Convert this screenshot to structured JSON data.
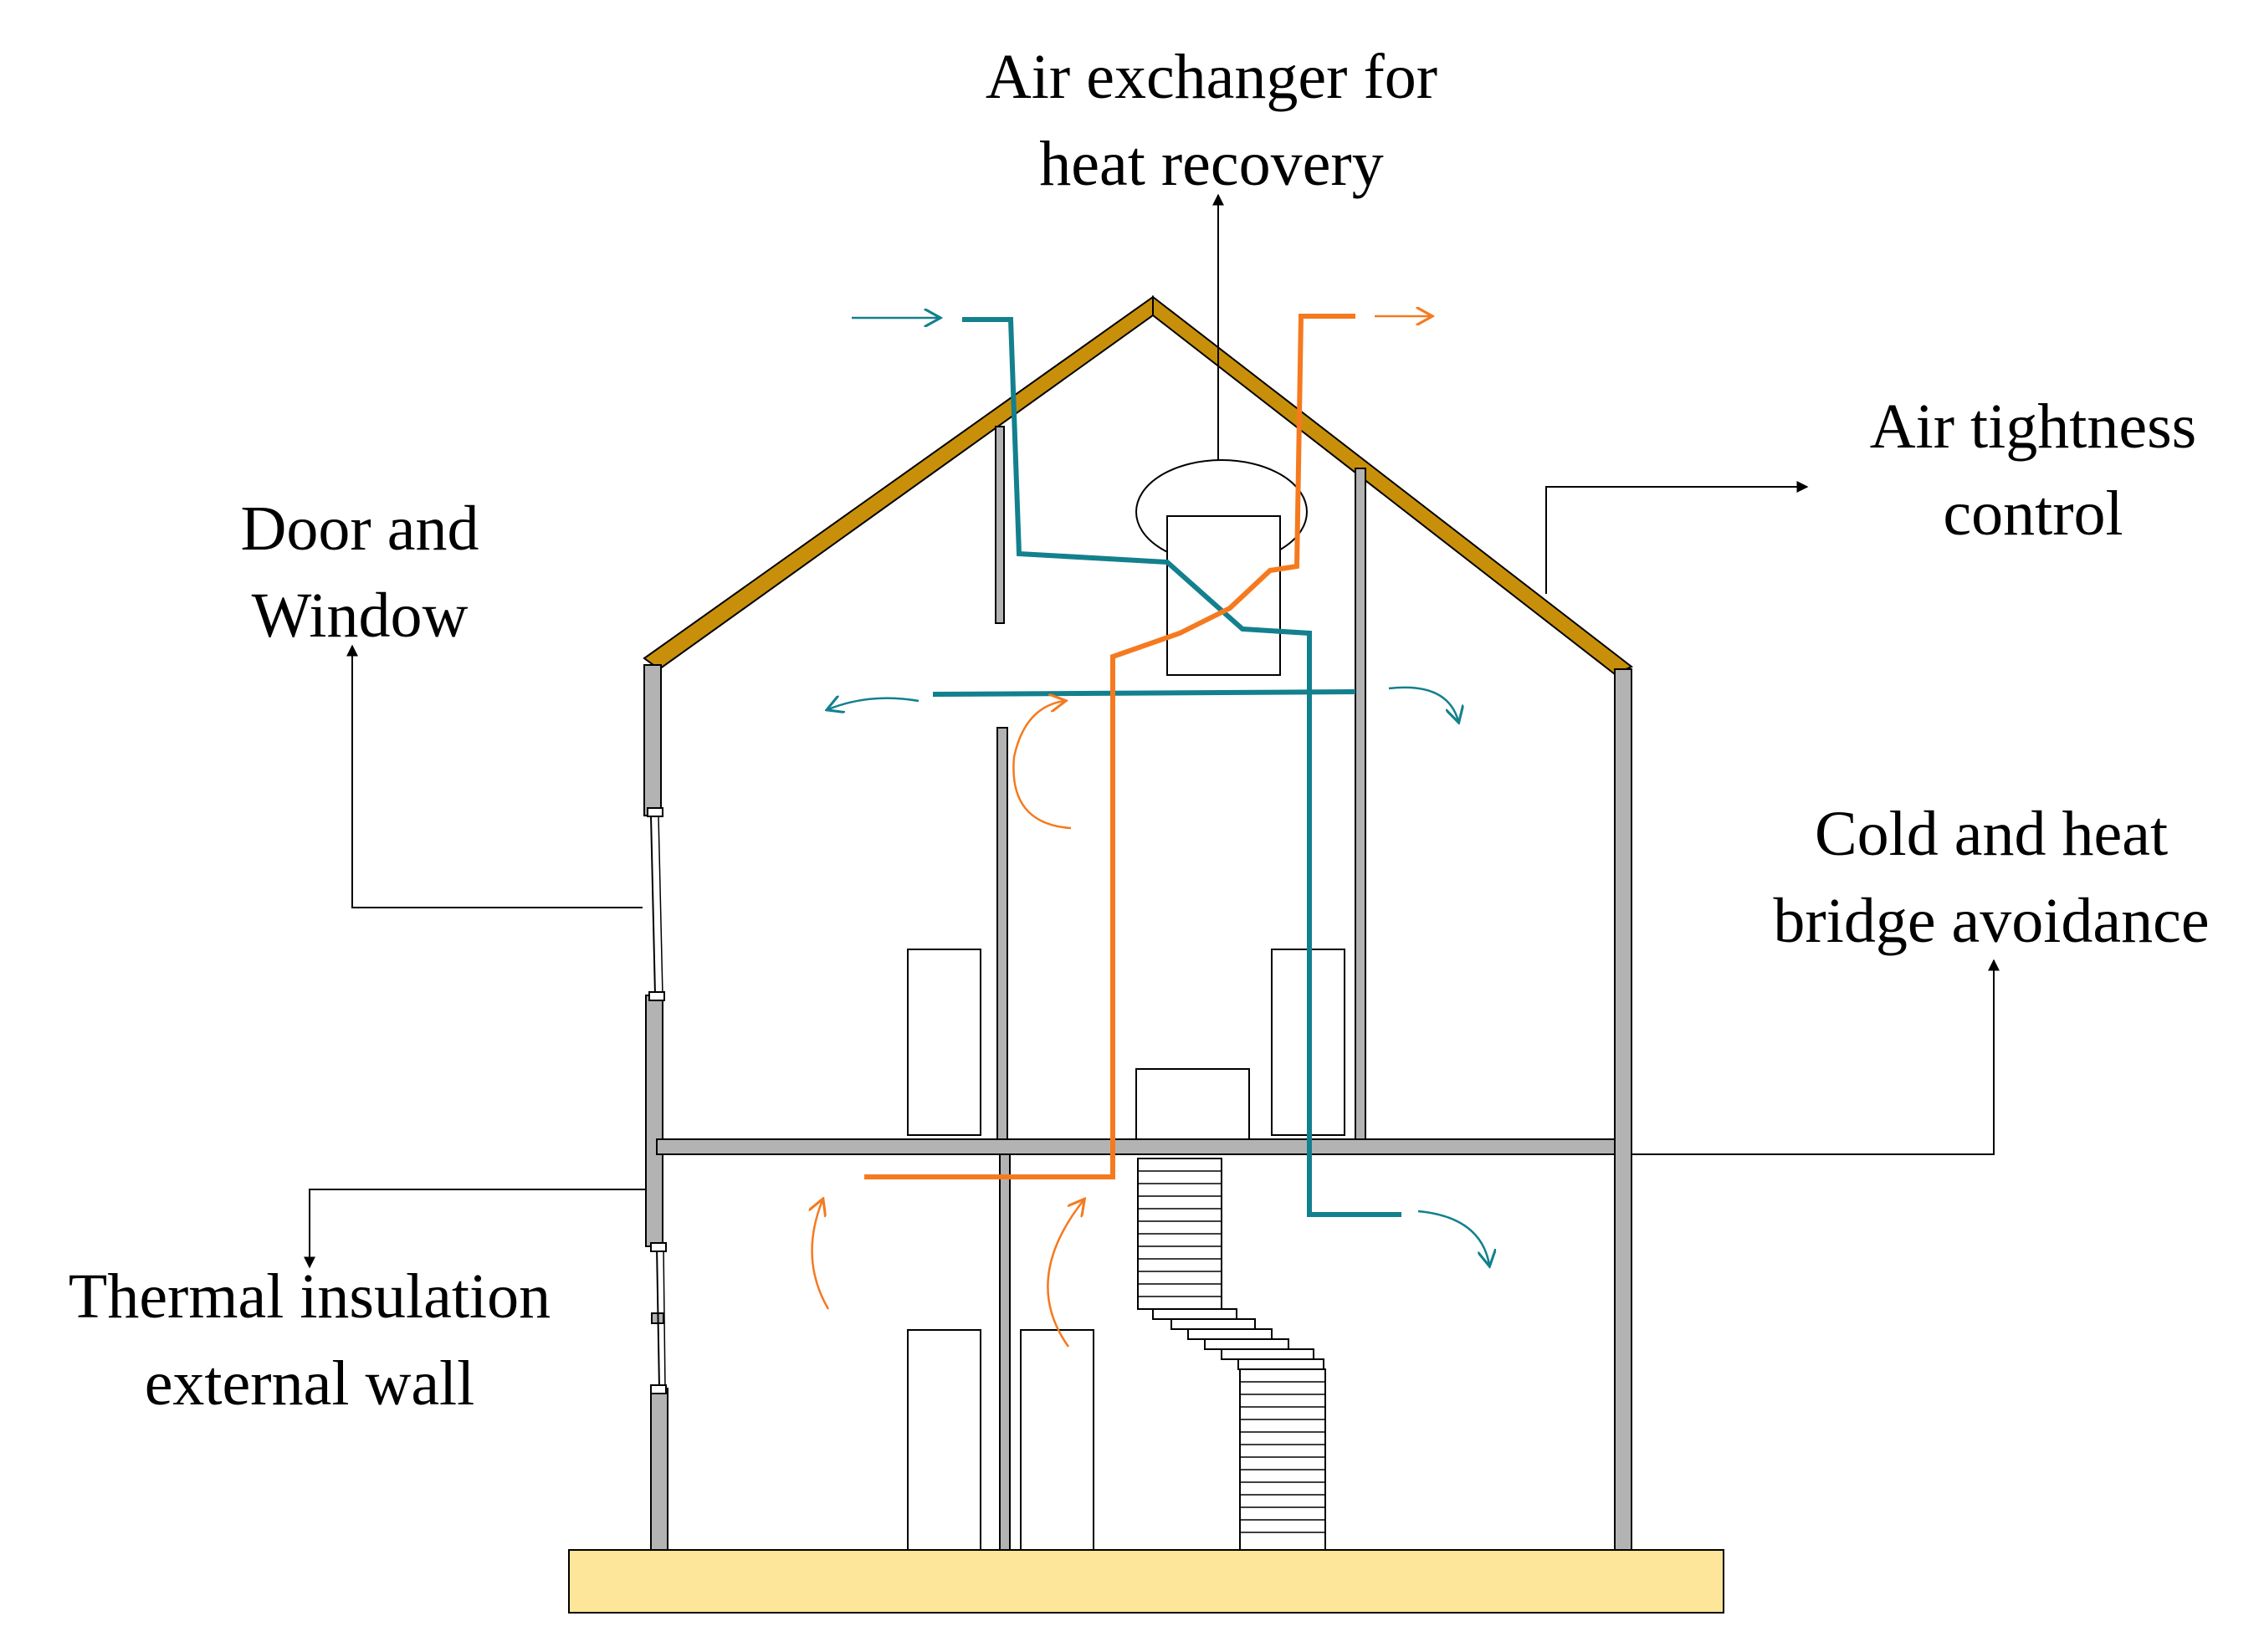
{
  "labels": {
    "air_exchanger": {
      "line1": "Air exchanger for",
      "line2": "heat recovery"
    },
    "air_tightness": {
      "line1": "Air tightness",
      "line2": "control"
    },
    "door_window": {
      "line1": "Door and",
      "line2": "Window"
    },
    "cold_heat_bridge": {
      "line1": "Cold and heat",
      "line2": "bridge avoidance"
    },
    "thermal_insulation": {
      "line1": "Thermal insulation",
      "line2": "external wall"
    }
  },
  "colors": {
    "roof": "#c8900a",
    "wall": "#b3b3b3",
    "ground": "#fde59a",
    "supply_duct": "#13808e",
    "exhaust_duct": "#f57a1f",
    "outline": "#000000"
  }
}
